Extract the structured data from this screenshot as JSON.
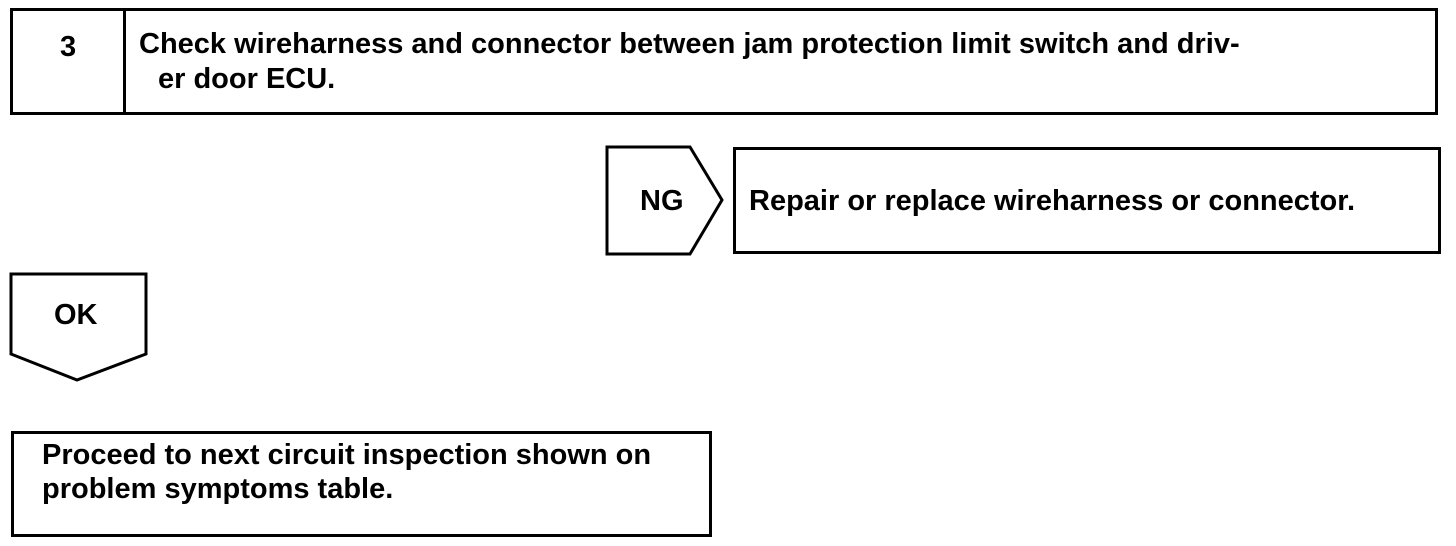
{
  "step": {
    "number": "3",
    "title_line1": "Check wireharness and connector between jam protection limit switch and driv-",
    "title_line2": "er door ECU."
  },
  "ng_branch": {
    "label": "NG",
    "action": "Repair or replace wireharness or connector."
  },
  "ok_branch": {
    "label": "OK"
  },
  "next_step": {
    "line1": "Proceed to next circuit inspection shown on",
    "line2": "problem symptoms table."
  }
}
